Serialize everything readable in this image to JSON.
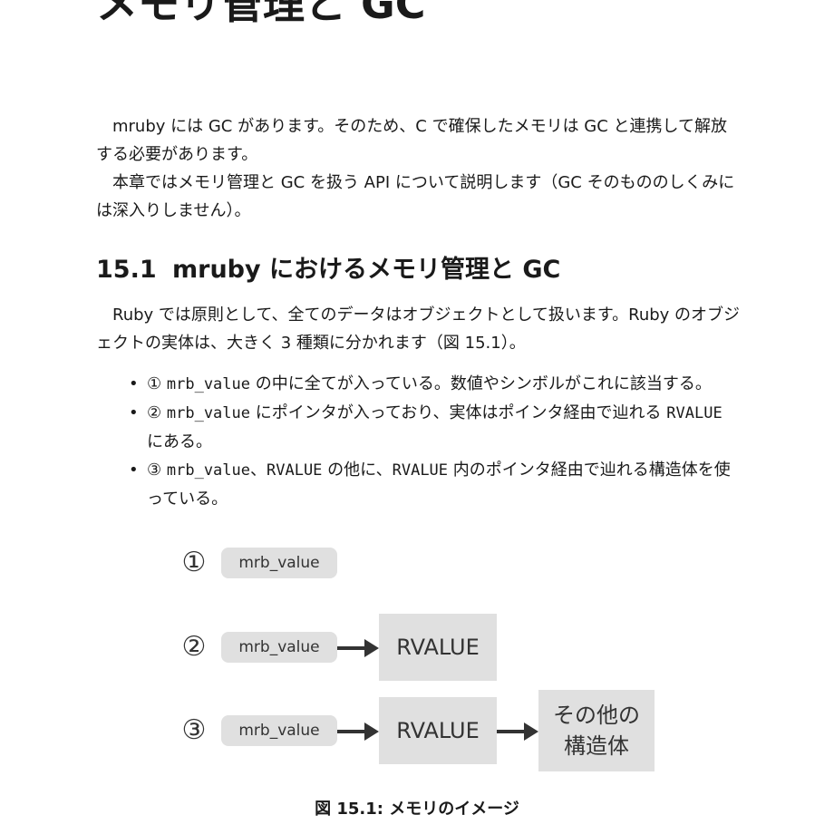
{
  "chapter": {
    "title": "メモリ管理と GC"
  },
  "intro": {
    "p1": "mruby には GC があります。そのため、C で確保したメモリは GC と連携して解放する必要があります。",
    "p2": "本章ではメモリ管理と GC を扱う API について説明します（GC そのもののしくみには深入りしません）。"
  },
  "section": {
    "number": "15.1",
    "title": "mruby におけるメモリ管理と GC",
    "body": "Ruby では原則として、全てのデータはオブジェクトとして扱います。Ruby のオブジェクトの実体は、大きく 3 種類に分かれます（図 15.1）。"
  },
  "bullets": [
    {
      "bullet": "•",
      "marker": "①",
      "code1": "mrb_value",
      "text1": " の中に全てが入っている。数値やシンボルがこれに該当する。"
    },
    {
      "bullet": "•",
      "marker": "②",
      "code1": "mrb_value",
      "text1": " にポインタが入っており、実体はポインタ経由で辿れる ",
      "code2": "RVALUE",
      "text2": " にある。"
    },
    {
      "bullet": "•",
      "marker": "③",
      "code1": "mrb_value",
      "text1": "、",
      "code2": "RVALUE",
      "text2": " の他に、",
      "code3": "RVALUE",
      "text3": " 内のポインタ経由で辿れる構造体を使っている。"
    }
  ],
  "figure": {
    "rows": [
      {
        "marker": "①",
        "value_label": "mrb_value"
      },
      {
        "marker": "②",
        "value_label": "mrb_value",
        "rvalue_label": "RVALUE"
      },
      {
        "marker": "③",
        "value_label": "mrb_value",
        "rvalue_label": "RVALUE",
        "other_label_line1": "その他の",
        "other_label_line2": "構造体"
      }
    ],
    "caption": "図 15.1: メモリのイメージ"
  }
}
